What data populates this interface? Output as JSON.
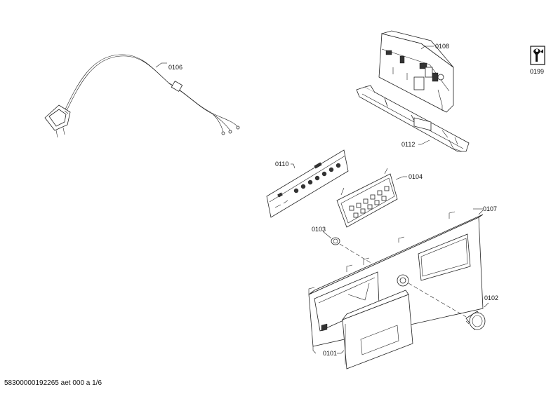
{
  "parts": [
    {
      "id": "power-cord",
      "label": "0106"
    },
    {
      "id": "control-module",
      "label": "0108"
    },
    {
      "id": "module-bracket",
      "label": "0112"
    },
    {
      "id": "display-board",
      "label": "0110"
    },
    {
      "id": "button-panel",
      "label": "0104"
    },
    {
      "id": "front-panel",
      "label": "0107"
    },
    {
      "id": "indicator-lens",
      "label": "0103"
    },
    {
      "id": "selector-knob",
      "label": "0102"
    },
    {
      "id": "detergent-drawer",
      "label": "0101"
    }
  ],
  "tool_badge": {
    "icon": "wrench-tool-icon",
    "label": "0199"
  },
  "footer": "58300000192265 aet 000 a 1/6"
}
